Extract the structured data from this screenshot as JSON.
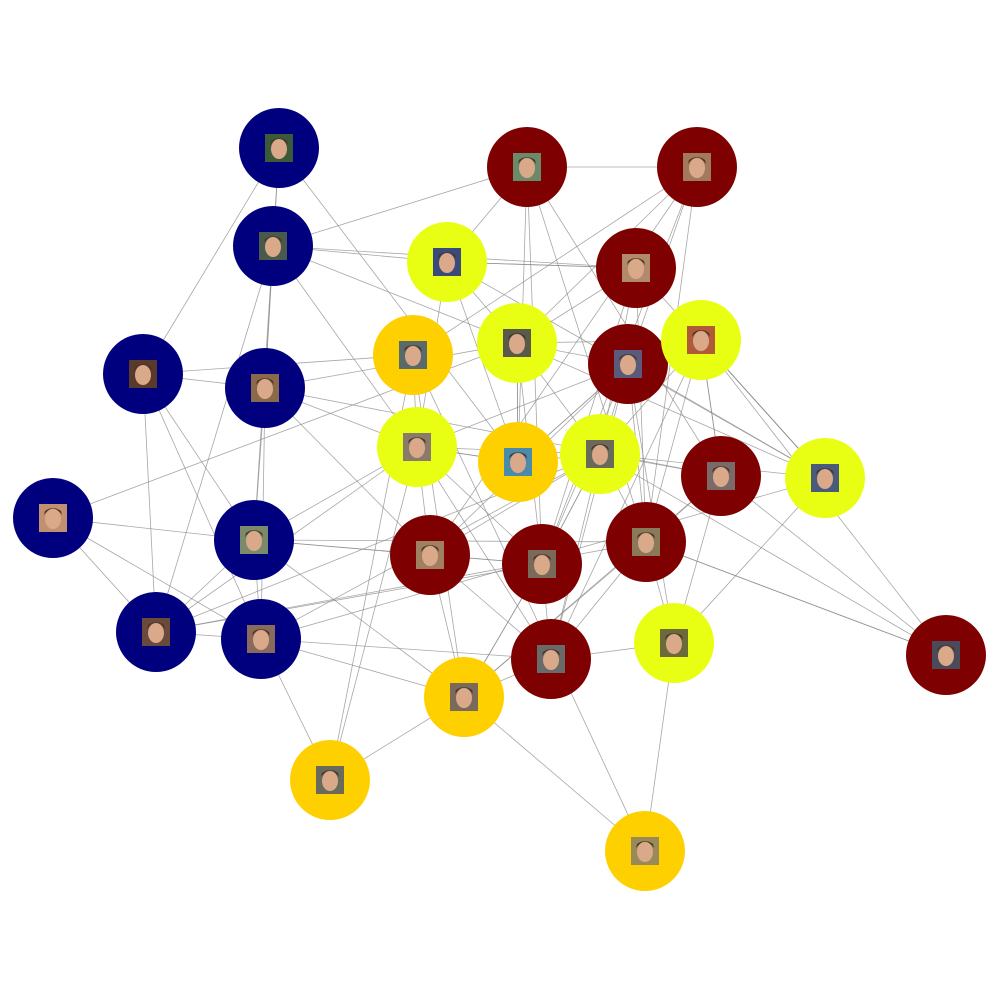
{
  "colors": {
    "navy": "#00007f",
    "maroon": "#7f0000",
    "yellow": "#e8ff13",
    "gold": "#ffd000",
    "edge": "#8a8a8a",
    "background": "#ffffff"
  },
  "nodes": [
    {
      "id": "n1",
      "group": "navy",
      "tone": "#3a5a3a"
    },
    {
      "id": "n2",
      "group": "navy",
      "tone": "#4a5a4a"
    },
    {
      "id": "n3",
      "group": "navy",
      "tone": "#5a3a2a"
    },
    {
      "id": "n4",
      "group": "navy",
      "tone": "#8a6a4a"
    },
    {
      "id": "n5",
      "group": "navy",
      "tone": "#c09070"
    },
    {
      "id": "n6",
      "group": "navy",
      "tone": "#7a8a6a"
    },
    {
      "id": "n7",
      "group": "navy",
      "tone": "#6a4a3a"
    },
    {
      "id": "n8",
      "group": "navy",
      "tone": "#8a6a5a"
    },
    {
      "id": "n9",
      "group": "maroon",
      "tone": "#6a8a6a"
    },
    {
      "id": "n10",
      "group": "maroon",
      "tone": "#a07a5a"
    },
    {
      "id": "n11",
      "group": "maroon",
      "tone": "#b08a6a"
    },
    {
      "id": "n12",
      "group": "maroon",
      "tone": "#5a5a7a"
    },
    {
      "id": "n13",
      "group": "maroon",
      "tone": "#7a6a6a"
    },
    {
      "id": "n14",
      "group": "maroon",
      "tone": "#a08060"
    },
    {
      "id": "n15",
      "group": "maroon",
      "tone": "#7a6a5a"
    },
    {
      "id": "n16",
      "group": "maroon",
      "tone": "#8a7a5a"
    },
    {
      "id": "n17",
      "group": "maroon",
      "tone": "#6a6a6a"
    },
    {
      "id": "n18",
      "group": "maroon",
      "tone": "#4a4a5a"
    },
    {
      "id": "n19",
      "group": "yellow",
      "tone": "#3a4a7a"
    },
    {
      "id": "n20",
      "group": "yellow",
      "tone": "#5a5a4a"
    },
    {
      "id": "n21",
      "group": "yellow",
      "tone": "#8a7a6a"
    },
    {
      "id": "n22",
      "group": "yellow",
      "tone": "#6a6a5a"
    },
    {
      "id": "n23",
      "group": "yellow",
      "tone": "#b05a3a"
    },
    {
      "id": "n24",
      "group": "yellow",
      "tone": "#4a5a7a"
    },
    {
      "id": "n25",
      "group": "yellow",
      "tone": "#6a6a3a"
    },
    {
      "id": "n26",
      "group": "gold",
      "tone": "#5a6a6a"
    },
    {
      "id": "n27",
      "group": "gold",
      "tone": "#4a8aaa"
    },
    {
      "id": "n28",
      "group": "gold",
      "tone": "#7a6a5a"
    },
    {
      "id": "n29",
      "group": "gold",
      "tone": "#6a6a5a"
    },
    {
      "id": "n30",
      "group": "gold",
      "tone": "#9a8a5a"
    }
  ],
  "edges": [
    [
      "n1",
      "n2"
    ],
    [
      "n1",
      "n4"
    ],
    [
      "n1",
      "n3"
    ],
    [
      "n1",
      "n27"
    ],
    [
      "n2",
      "n4"
    ],
    [
      "n2",
      "n19"
    ],
    [
      "n2",
      "n20"
    ],
    [
      "n2",
      "n11"
    ],
    [
      "n2",
      "n7"
    ],
    [
      "n2",
      "n6"
    ],
    [
      "n2",
      "n21"
    ],
    [
      "n3",
      "n4"
    ],
    [
      "n3",
      "n7"
    ],
    [
      "n3",
      "n8"
    ],
    [
      "n3",
      "n26"
    ],
    [
      "n4",
      "n6"
    ],
    [
      "n4",
      "n8"
    ],
    [
      "n4",
      "n21"
    ],
    [
      "n4",
      "n20"
    ],
    [
      "n4",
      "n14"
    ],
    [
      "n4",
      "n13"
    ],
    [
      "n5",
      "n6"
    ],
    [
      "n5",
      "n7"
    ],
    [
      "n5",
      "n20"
    ],
    [
      "n6",
      "n8"
    ],
    [
      "n6",
      "n7"
    ],
    [
      "n6",
      "n14"
    ],
    [
      "n6",
      "n28"
    ],
    [
      "n6",
      "n21"
    ],
    [
      "n6",
      "n15"
    ],
    [
      "n7",
      "n8"
    ],
    [
      "n7",
      "n22"
    ],
    [
      "n7",
      "n21"
    ],
    [
      "n7",
      "n16"
    ],
    [
      "n7",
      "n15"
    ],
    [
      "n8",
      "n28"
    ],
    [
      "n8",
      "n22"
    ],
    [
      "n8",
      "n17"
    ],
    [
      "n8",
      "n29"
    ],
    [
      "n8",
      "n24"
    ],
    [
      "n9",
      "n19"
    ],
    [
      "n9",
      "n27"
    ],
    [
      "n9",
      "n10"
    ],
    [
      "n9",
      "n13"
    ],
    [
      "n9",
      "n16"
    ],
    [
      "n9",
      "n15"
    ],
    [
      "n9",
      "n2"
    ],
    [
      "n10",
      "n20"
    ],
    [
      "n10",
      "n15"
    ],
    [
      "n10",
      "n12"
    ],
    [
      "n10",
      "n26"
    ],
    [
      "n10",
      "n16"
    ],
    [
      "n11",
      "n24"
    ],
    [
      "n11",
      "n22"
    ],
    [
      "n11",
      "n15"
    ],
    [
      "n11",
      "n16"
    ],
    [
      "n11",
      "n20"
    ],
    [
      "n11",
      "n19"
    ],
    [
      "n12",
      "n21"
    ],
    [
      "n12",
      "n22"
    ],
    [
      "n12",
      "n27"
    ],
    [
      "n12",
      "n17"
    ],
    [
      "n12",
      "n14"
    ],
    [
      "n12",
      "n15"
    ],
    [
      "n12",
      "n16"
    ],
    [
      "n13",
      "n23"
    ],
    [
      "n13",
      "n25"
    ],
    [
      "n13",
      "n16"
    ],
    [
      "n13",
      "n22"
    ],
    [
      "n13",
      "n28"
    ],
    [
      "n14",
      "n21"
    ],
    [
      "n14",
      "n15"
    ],
    [
      "n14",
      "n28"
    ],
    [
      "n14",
      "n17"
    ],
    [
      "n15",
      "n22"
    ],
    [
      "n15",
      "n20"
    ],
    [
      "n15",
      "n17"
    ],
    [
      "n15",
      "n28"
    ],
    [
      "n16",
      "n22"
    ],
    [
      "n16",
      "n23"
    ],
    [
      "n16",
      "n25"
    ],
    [
      "n16",
      "n17"
    ],
    [
      "n16",
      "n28"
    ],
    [
      "n16",
      "n18"
    ],
    [
      "n17",
      "n22"
    ],
    [
      "n17",
      "n25"
    ],
    [
      "n17",
      "n21"
    ],
    [
      "n17",
      "n28"
    ],
    [
      "n18",
      "n23"
    ],
    [
      "n18",
      "n22"
    ],
    [
      "n18",
      "n16"
    ],
    [
      "n19",
      "n27"
    ],
    [
      "n19",
      "n20"
    ],
    [
      "n19",
      "n24"
    ],
    [
      "n19",
      "n11"
    ],
    [
      "n19",
      "n21"
    ],
    [
      "n20",
      "n24"
    ],
    [
      "n20",
      "n22"
    ],
    [
      "n20",
      "n27"
    ],
    [
      "n20",
      "n23"
    ],
    [
      "n20",
      "n12"
    ],
    [
      "n21",
      "n22"
    ],
    [
      "n21",
      "n26"
    ],
    [
      "n21",
      "n15"
    ],
    [
      "n21",
      "n27"
    ],
    [
      "n21",
      "n29"
    ],
    [
      "n22",
      "n24"
    ],
    [
      "n22",
      "n23"
    ],
    [
      "n22",
      "n14"
    ],
    [
      "n22",
      "n15"
    ],
    [
      "n23",
      "n24"
    ],
    [
      "n23",
      "n12"
    ],
    [
      "n23",
      "n13"
    ],
    [
      "n23",
      "n17"
    ],
    [
      "n24",
      "n25"
    ],
    [
      "n24",
      "n23"
    ],
    [
      "n24",
      "n12"
    ],
    [
      "n25",
      "n30"
    ],
    [
      "n25",
      "n12"
    ],
    [
      "n26",
      "n28"
    ],
    [
      "n26",
      "n29"
    ],
    [
      "n26",
      "n30"
    ],
    [
      "n27",
      "n20"
    ],
    [
      "n27",
      "n21"
    ],
    [
      "n27",
      "n22"
    ],
    [
      "n27",
      "n12"
    ],
    [
      "n28",
      "n29"
    ],
    [
      "n28",
      "n30"
    ],
    [
      "n28",
      "n15"
    ],
    [
      "n6",
      "n16"
    ],
    [
      "n5",
      "n8"
    ],
    [
      "n3",
      "n6"
    ],
    [
      "n10",
      "n14"
    ],
    [
      "n13",
      "n18"
    ]
  ]
}
